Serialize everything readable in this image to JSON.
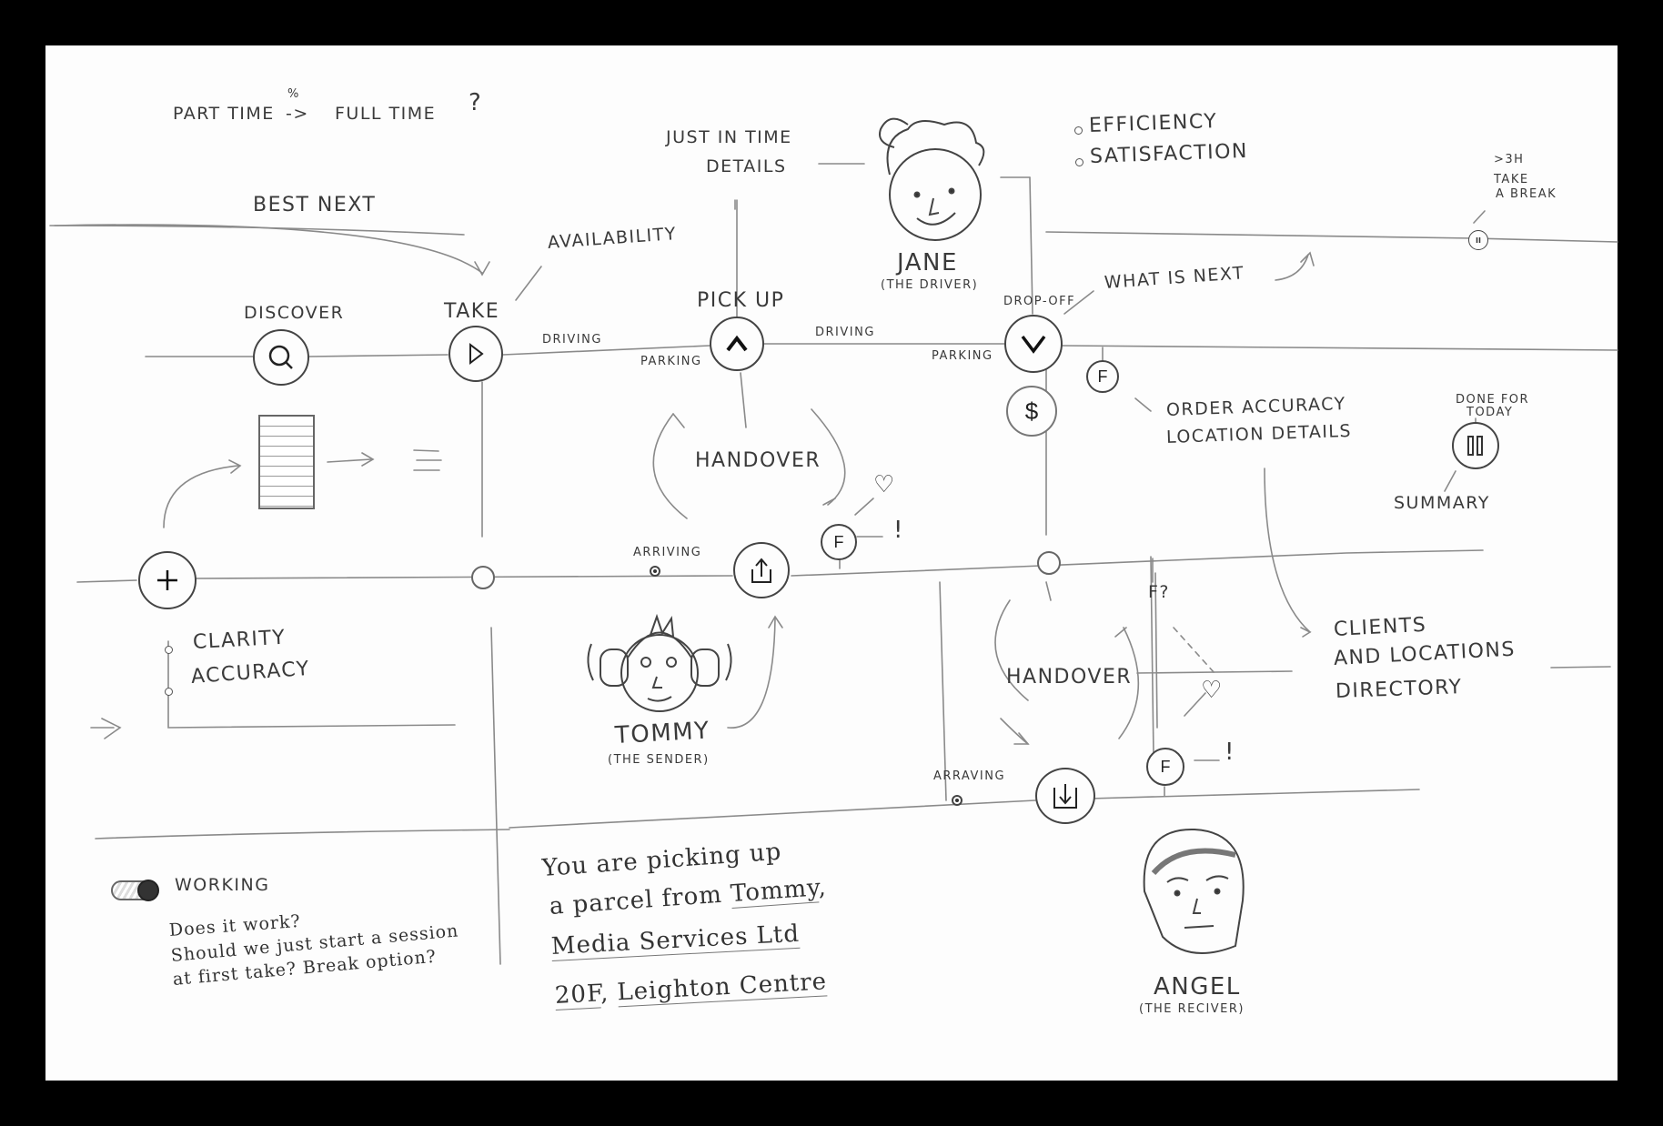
{
  "header": {
    "part_time": "PART TIME",
    "percent": "%",
    "arrow": "->",
    "full_time": "FULL TIME",
    "question": "?"
  },
  "annotations": {
    "best_next": "BEST NEXT",
    "availability": "AVAILABILITY",
    "just_in_time_line1": "JUST IN TIME",
    "just_in_time_line2": "DETAILS",
    "efficiency": "EFFICIENCY",
    "satisfaction": "SATISFACTION",
    "what_is_next": "WHAT IS NEXT",
    "take_break_time": ">3H",
    "take_break_line1": "TAKE",
    "take_break_line2": "A BREAK",
    "order_accuracy": "ORDER ACCURACY",
    "location_details": "LOCATION DETAILS",
    "done_line1": "DONE FOR",
    "done_line2": "TODAY",
    "summary": "SUMMARY",
    "clients_line1": "CLIENTS",
    "clients_line2": "AND LOCATIONS",
    "clients_line3": "DIRECTORY",
    "clarity": "CLARITY",
    "accuracy": "ACCURACY",
    "f_question": "F?"
  },
  "steps": {
    "discover": "DISCOVER",
    "take": "TAKE",
    "pickup": "PICK UP",
    "dropoff": "DROP-OFF",
    "driving_1": "DRIVING",
    "driving_2": "DRIVING",
    "parking_1": "PARKING",
    "parking_2": "PARKING",
    "arriving_1": "ARRIVING",
    "arriving_2": "ARRAVING",
    "handover_1": "HANDOVER",
    "handover_2": "HANDOVER"
  },
  "icons": {
    "plus": "+",
    "dollar": "$",
    "feedback": "F",
    "heart": "♡",
    "exclaim": "!"
  },
  "personas": {
    "jane_name": "JANE",
    "jane_role": "(THE DRIVER)",
    "tommy_name": "TOMMY",
    "tommy_role": "(THE SENDER)",
    "angel_name": "ANGEL",
    "angel_role": "(THE RECIVER)"
  },
  "working": {
    "label": "WORKING",
    "note_line1": "Does it work?",
    "note_line2": "Should we just start a session",
    "note_line3": "at first take? Break option?"
  },
  "message": {
    "line1": "You are picking up",
    "line2a": "a parcel from ",
    "line2b": "Tommy",
    "line2c": ",",
    "line3": "Media Services Ltd",
    "line4a": "20F",
    "line4b": ", ",
    "line4c": "Leighton Centre"
  }
}
